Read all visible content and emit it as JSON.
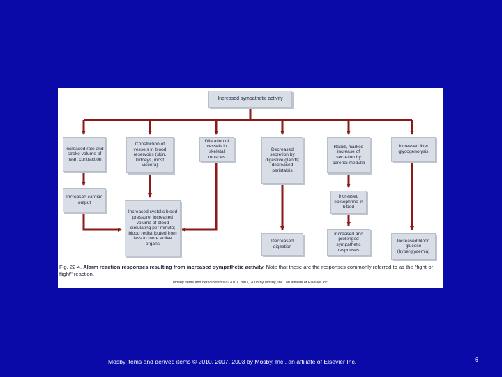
{
  "diagram": {
    "colors": {
      "arrow": "#8b1a1a",
      "box": "#d8dde6",
      "background": "#0a0aa8"
    },
    "nodes": {
      "top": "Increased sympathetic activity",
      "c1a": "Increased rate and stroke volume of heart contraction",
      "c1b": "Increased cardiac output",
      "c2a": "Constriction of vessels in blood reservoirs (skin, kidneys, most viscera)",
      "c2b": "Increased systolic blood pressure; increased volume of blood circulating per minute; blood redistributed from less to more active organs",
      "c3a": "Dilatation of vessels in skeletal muscles",
      "c4a": "Decreased secretion by digestive glands; decreased peristalsis",
      "c4b": "Decreased digestion",
      "c5a": "Rapid, marked increase of secretion by adrenal medulla",
      "c5b": "Increased epinephrine in blood",
      "c5c": "Increased and prolonged sympathetic responses",
      "c6a": "Increased liver glycogenolysis",
      "c6b": "Increased blood glucose (hyperglycemia)"
    },
    "caption": {
      "fig": "Fig. 22-4.",
      "title": "Alarm reaction responses resulting from increased sympathetic activity.",
      "rest": "Note that these are the responses commonly referred to as the \"fight-or-flight\" reaction."
    },
    "credit": "Mosby items and derived items © 2010, 2007, 2003 by Mosby, Inc., an affiliate of Elsevier Inc."
  },
  "footer": {
    "text": "Mosby items and derived items © 2010, 2007, 2003 by Mosby, Inc., an affiliate of Elsevier Inc.",
    "page_number": "6"
  }
}
